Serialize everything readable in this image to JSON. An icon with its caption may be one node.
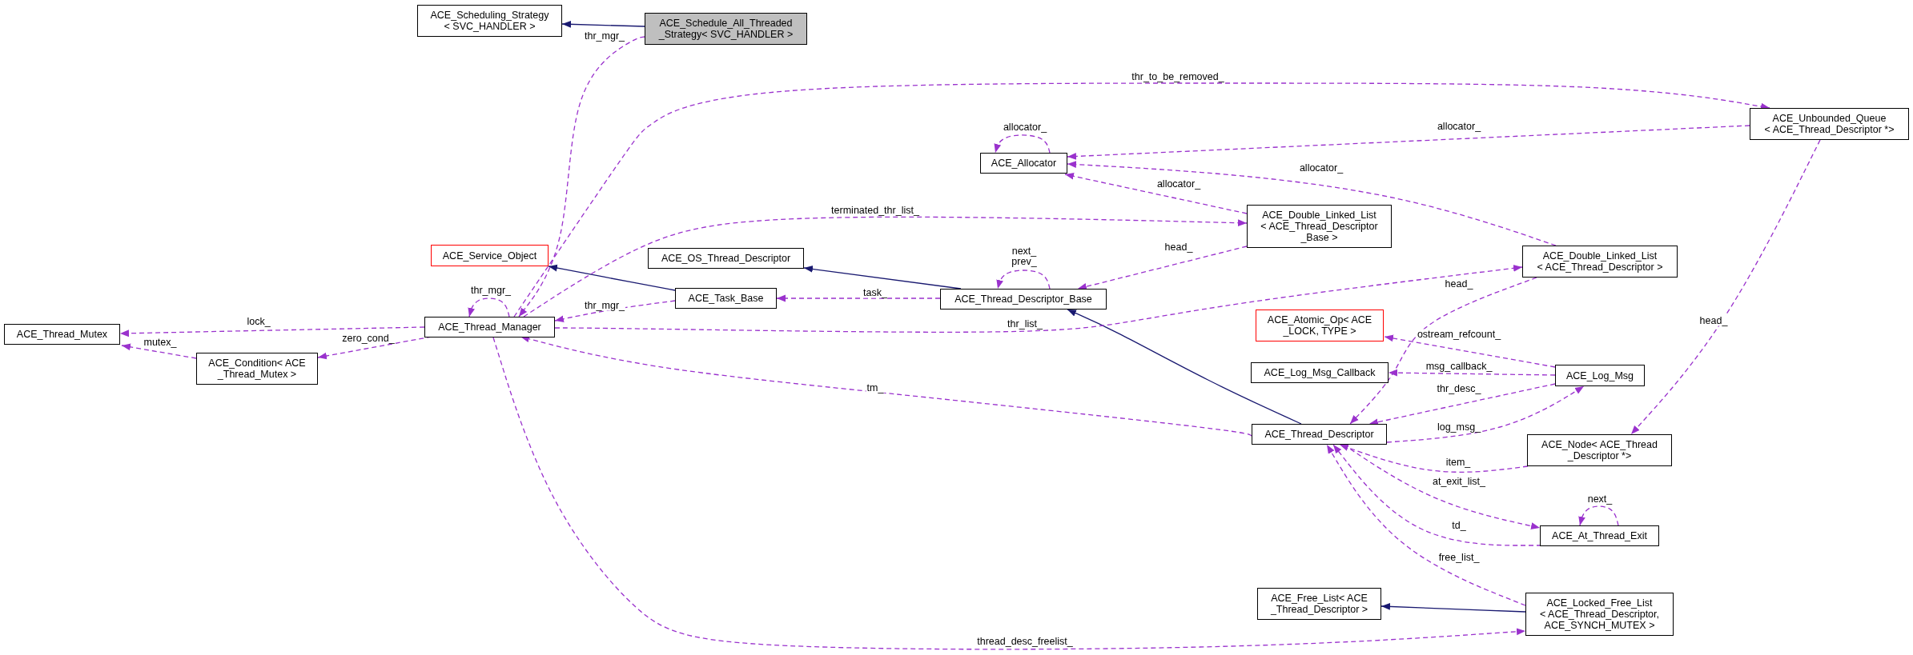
{
  "diagram": {
    "nodes": [
      {
        "text": [
          "ACE_Scheduling_Strategy < SVC_HANDLER >"
        ]
      },
      {
        "text": [
          "ACE_Schedule_All_Threaded _Strategy< SVC_HANDLER >"
        ]
      },
      {
        "text": [
          "ACE_Service_Object"
        ]
      },
      {
        "text": [
          "ACE_Thread_Mutex"
        ]
      },
      {
        "text": [
          "ACE_Thread_Manager"
        ]
      },
      {
        "text": [
          "ACE_Condition< ACE _Thread_Mutex >"
        ]
      },
      {
        "text": [
          "ACE_OS_Thread_Descriptor"
        ]
      },
      {
        "text": [
          "ACE_Task_Base"
        ]
      },
      {
        "text": [
          "ACE_Thread_Descriptor_Base"
        ]
      },
      {
        "text": [
          "ACE_Allocator"
        ]
      },
      {
        "text": [
          "ACE_Double_Linked_List < ACE_Thread_Descriptor _Base >"
        ]
      },
      {
        "text": [
          "ACE_Unbounded_Queue < ACE_Thread_Descriptor *>"
        ]
      },
      {
        "text": [
          "ACE_Double_Linked_List < ACE_Thread_Descriptor >"
        ]
      },
      {
        "text": [
          "ACE_Atomic_Op< ACE _LOCK, TYPE >"
        ]
      },
      {
        "text": [
          "ACE_Log_Msg_Callback"
        ]
      },
      {
        "text": [
          "ACE_Log_Msg"
        ]
      },
      {
        "text": [
          "ACE_Thread_Descriptor"
        ]
      },
      {
        "text": [
          "ACE_Node< ACE_Thread _Descriptor *>"
        ]
      },
      {
        "text": [
          "ACE_At_Thread_Exit"
        ]
      },
      {
        "text": [
          "ACE_Free_List< ACE _Thread_Descriptor >"
        ]
      },
      {
        "text": [
          "ACE_Locked_Free_List < ACE_Thread_Descriptor, ACE_SYNCH_MUTEX >"
        ]
      }
    ],
    "edges": [
      {
        "from": 1,
        "to": 0,
        "arrow": "to",
        "color": "#191970"
      },
      {
        "from": 7,
        "to": 2,
        "arrow": "to",
        "color": "#191970"
      },
      {
        "from": 8,
        "to": 6,
        "arrow": "to",
        "color": "#191970"
      },
      {
        "from": 16,
        "to": 8,
        "arrow": "to",
        "color": "#191970"
      },
      {
        "from": 20,
        "to": 19,
        "arrow": "to",
        "color": "#191970"
      },
      {
        "from": 1,
        "to": 4,
        "arrow": "to",
        "label": "thr_mgr_",
        "style": "dashed"
      },
      {
        "from": 4,
        "to": 4,
        "arrow": "to",
        "label": "thr_mgr_",
        "style": "dashed"
      },
      {
        "from": 7,
        "to": 4,
        "arrow": "to",
        "label": "thr_mgr_",
        "style": "dashed"
      },
      {
        "from": 16,
        "to": 4,
        "arrow": "to",
        "label": "tm_",
        "style": "dashed"
      },
      {
        "from": 4,
        "to": 3,
        "arrow": "to",
        "label": "lock_",
        "style": "dashed"
      },
      {
        "from": 4,
        "to": 5,
        "arrow": "to",
        "label": "zero_cond_",
        "style": "dashed"
      },
      {
        "from": 5,
        "to": 3,
        "arrow": "to",
        "label": "mutex_",
        "style": "dashed"
      },
      {
        "from": 4,
        "to": 11,
        "arrow": "to",
        "label": "thr_to_be_removed_",
        "style": "dashed"
      },
      {
        "from": 4,
        "to": 10,
        "arrow": "to",
        "label": "terminated_thr_list_",
        "style": "dashed"
      },
      {
        "from": 4,
        "to": 12,
        "arrow": "to",
        "label": "thr_list_",
        "style": "dashed"
      },
      {
        "from": 4,
        "to": 20,
        "arrow": "to",
        "label": "thread_desc_freelist_",
        "style": "dashed"
      },
      {
        "from": 8,
        "to": 7,
        "arrow": "to",
        "label": "task_",
        "style": "dashed"
      },
      {
        "from": 8,
        "to": 8,
        "arrow": "to",
        "label": "next_ prev_",
        "style": "dashed"
      },
      {
        "from": 10,
        "to": 8,
        "arrow": "to",
        "label": "head_",
        "style": "dashed"
      },
      {
        "from": 10,
        "to": 9,
        "arrow": "to",
        "label": "allocator_",
        "style": "dashed"
      },
      {
        "from": 9,
        "to": 9,
        "arrow": "to",
        "label": "allocator_",
        "style": "dashed"
      },
      {
        "from": 11,
        "to": 9,
        "arrow": "to",
        "label": "allocator_",
        "style": "dashed"
      },
      {
        "from": 12,
        "to": 9,
        "arrow": "to",
        "label": "allocator_",
        "style": "dashed"
      },
      {
        "from": 12,
        "to": 16,
        "arrow": "to",
        "label": "head_",
        "style": "dashed"
      },
      {
        "from": 11,
        "to": 17,
        "arrow": "to",
        "label": "head_",
        "style": "dashed"
      },
      {
        "from": 15,
        "to": 13,
        "arrow": "to",
        "label": "ostream_refcount_",
        "style": "dashed"
      },
      {
        "from": 15,
        "to": 14,
        "arrow": "to",
        "label": "msg_callback_",
        "style": "dashed"
      },
      {
        "from": 15,
        "to": 16,
        "arrow": "to",
        "label": "thr_desc_",
        "style": "dashed"
      },
      {
        "from": 16,
        "to": 15,
        "arrow": "to",
        "label": "log_msg_",
        "style": "dashed"
      },
      {
        "from": 17,
        "to": 16,
        "arrow": "to",
        "label": "item_",
        "style": "dashed"
      },
      {
        "from": 16,
        "to": 18,
        "arrow": "to",
        "label": "at_exit_list_",
        "style": "dashed"
      },
      {
        "from": 18,
        "to": 16,
        "arrow": "to",
        "label": "td_",
        "style": "dashed"
      },
      {
        "from": 18,
        "to": 18,
        "arrow": "to",
        "label": "next_",
        "style": "dashed"
      },
      {
        "from": 20,
        "to": 16,
        "arrow": "to",
        "label": "free_list_",
        "style": "dashed"
      }
    ]
  }
}
